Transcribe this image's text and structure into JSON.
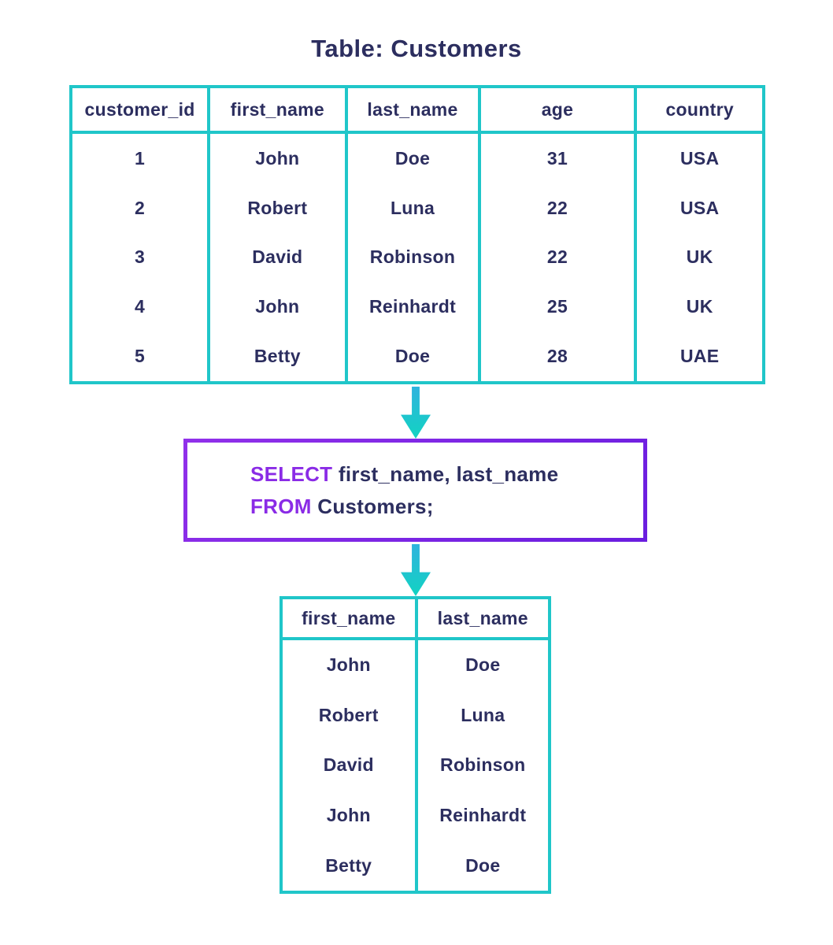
{
  "title": "Table: Customers",
  "colors": {
    "table_border": "#20c6c9",
    "arrow_gradient_start": "#2fb3de",
    "arrow_gradient_end": "#12d3c2",
    "query_box_border_start": "#9130ea",
    "query_box_border_end": "#6a1ddf",
    "keyword_purple": "#8a2be6",
    "text_navy": "#2c2e5f",
    "background": "#ffffff"
  },
  "source_table": {
    "columns": [
      "customer_id",
      "first_name",
      "last_name",
      "age",
      "country"
    ],
    "rows": [
      [
        "1",
        "John",
        "Doe",
        "31",
        "USA"
      ],
      [
        "2",
        "Robert",
        "Luna",
        "22",
        "USA"
      ],
      [
        "3",
        "David",
        "Robinson",
        "22",
        "UK"
      ],
      [
        "4",
        "John",
        "Reinhardt",
        "25",
        "UK"
      ],
      [
        "5",
        "Betty",
        "Doe",
        "28",
        "UAE"
      ]
    ]
  },
  "query": {
    "line1_keyword": "SELECT",
    "line1_rest": " first_name, last_name",
    "line2_keyword": "FROM",
    "line2_rest": " Customers;"
  },
  "result_table": {
    "columns": [
      "first_name",
      "last_name"
    ],
    "rows": [
      [
        "John",
        "Doe"
      ],
      [
        "Robert",
        "Luna"
      ],
      [
        "David",
        "Robinson"
      ],
      [
        "John",
        "Reinhardt"
      ],
      [
        "Betty",
        "Doe"
      ]
    ]
  }
}
